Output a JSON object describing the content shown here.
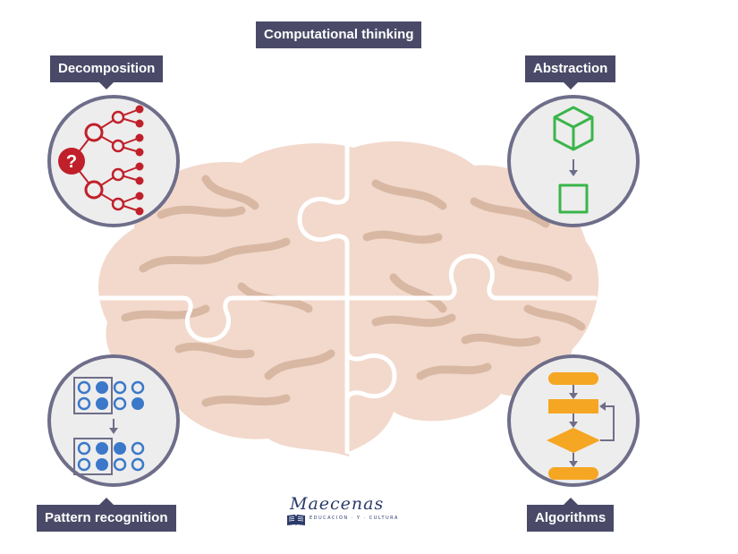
{
  "title": "Computational thinking",
  "concepts": {
    "decomposition": "Decomposition",
    "abstraction": "Abstraction",
    "pattern_recognition": "Pattern recognition",
    "algorithms": "Algorithms"
  },
  "logo": {
    "name": "Maecenas",
    "tagline": "EDUCACIÓN · Y · CULTURA"
  },
  "icons": {
    "decomposition": "tree-icon",
    "abstraction": "cube-to-square-icon",
    "pattern_recognition": "dot-grid-icon",
    "algorithms": "flowchart-icon",
    "center": "brain-puzzle"
  },
  "colors": {
    "label_bg": "#4a4a68",
    "brain": "#f2d9cc",
    "brain_vein": "#d9b8a3",
    "decomposition": "#c0202a",
    "abstraction": "#3ab54a",
    "pattern": "#3b78c9",
    "algorithms": "#f5a623"
  }
}
